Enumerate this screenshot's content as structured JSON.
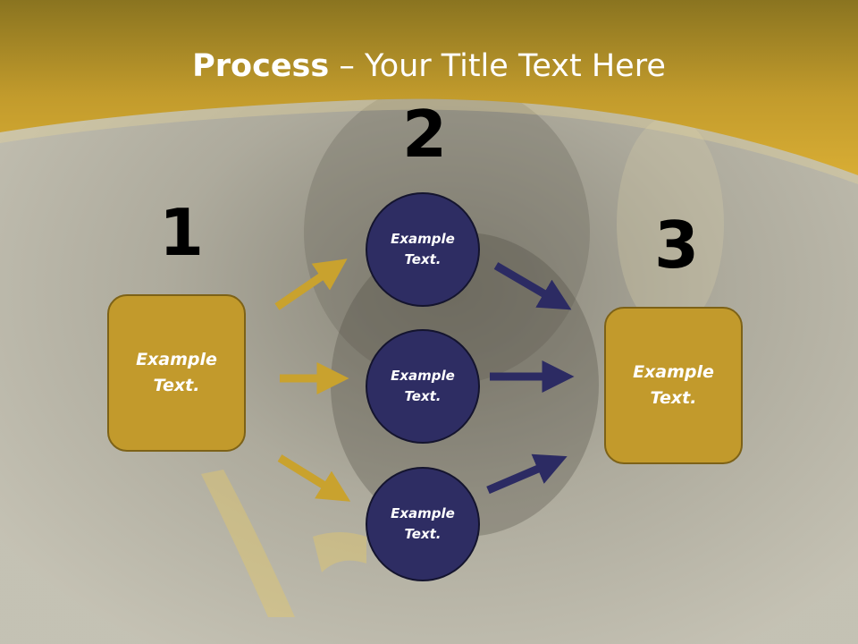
{
  "title": {
    "bold": "Process",
    "rest": " – Your Title Text Here"
  },
  "steps": {
    "one": "1",
    "two": "2",
    "three": "3"
  },
  "boxes": {
    "left": "Example\nText.",
    "right": "Example\nText."
  },
  "circles": {
    "top": "Example\nText.",
    "middle": "Example\nText.",
    "bottom": "Example\nText."
  },
  "colors": {
    "gold": "#c29a2c",
    "navy": "#2e2d63",
    "gold_arrow": "#c9a22e",
    "navy_arrow": "#2c2b63"
  }
}
